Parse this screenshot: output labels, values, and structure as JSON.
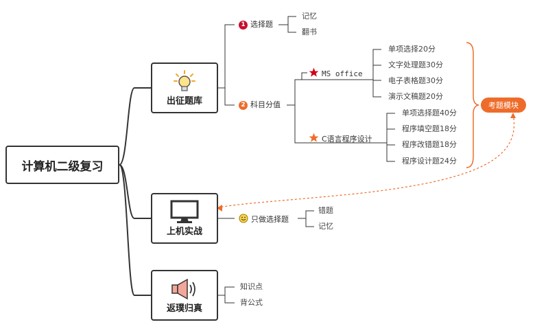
{
  "root": {
    "label": "计算机二级复习"
  },
  "branches": {
    "question_bank": {
      "label": "出征题库",
      "icon": "lightbulb-icon",
      "choice": {
        "number": "1",
        "label": "选择题",
        "children": [
          "记忆",
          "翻书"
        ]
      },
      "subjects": {
        "number": "2",
        "label": "科目分值",
        "ms_office": {
          "label": "MS office",
          "icon": "star-icon",
          "children": [
            "单项选择20分",
            "文字处理题30分",
            "电子表格题30分",
            "演示文稿题20分"
          ]
        },
        "c_lang": {
          "label": "C语言程序设计",
          "icon": "star-icon",
          "children": [
            "单项选择题40分",
            "程序填空题18分",
            "程序改错题18分",
            "程序设计题24分"
          ]
        }
      }
    },
    "practice": {
      "label": "上机实战",
      "icon": "monitor-icon",
      "topic": {
        "label": "只做选择题",
        "icon": "smiley-icon",
        "children": [
          "错题",
          "记忆"
        ]
      }
    },
    "back_to_basics": {
      "label": "返璞归真",
      "icon": "megaphone-icon",
      "children": [
        "知识点",
        "背公式"
      ]
    }
  },
  "callout": {
    "label": "考题模块"
  },
  "colors": {
    "accent": "#ee6c2b",
    "badge_red": "#c8102e",
    "badge_orange": "#ee6c2b",
    "star_red": "#d0021b",
    "star_orange": "#ee6c2b",
    "line": "#333333"
  }
}
